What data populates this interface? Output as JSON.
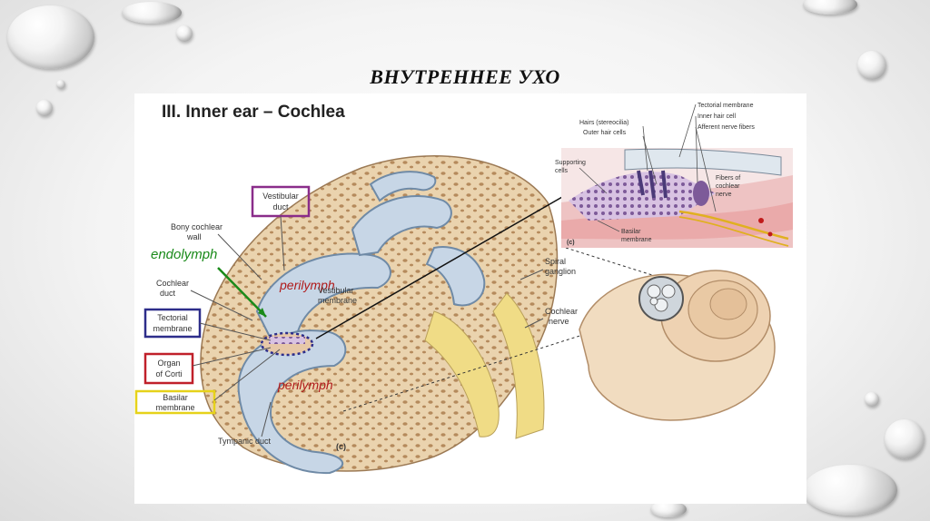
{
  "slide": {
    "title": "ВНУТРЕННЕЕ УХО"
  },
  "figure": {
    "heading": "III. Inner ear – Cochlea",
    "panel_letter": "(c)",
    "labels": {
      "vestibular_duct": [
        "Vestibular",
        "duct"
      ],
      "bony_cochlear_wall": [
        "Bony cochlear",
        "wall"
      ],
      "cochlear_duct": [
        "Cochlear",
        "duct"
      ],
      "tectorial_membrane": [
        "Tectorial",
        "membrane"
      ],
      "organ_of_corti": [
        "Organ",
        "of Corti"
      ],
      "basilar_membrane": [
        "Basilar",
        "membrane"
      ],
      "tympanic_duct": "Tympanic duct",
      "vestibular_membrane": [
        "Vestibular",
        "membrane"
      ],
      "spiral_ganglion": [
        "Spiral",
        "ganglion"
      ],
      "cochlear_nerve": [
        "Cochlear",
        "nerve"
      ]
    },
    "annotations": {
      "endolymph": "endolymph",
      "perilymph_upper": "perilymph",
      "perilymph_lower": "perilymph"
    },
    "inset": {
      "tectorial_membrane": "Tectorial membrane",
      "inner_hair_cell": "Inner hair cell",
      "afferent_nerve_fibers": "Afferent nerve fibers",
      "hairs": "Hairs (stereocilia)",
      "outer_hair_cells": "Outer hair cells",
      "supporting_cells": [
        "Supporting",
        "cells"
      ],
      "fibers_of_cochlear_nerve": [
        "Fibers of",
        "cochlear",
        "nerve"
      ],
      "basilar_membrane": [
        "Basilar",
        "membrane"
      ],
      "panel_letter": "(c)"
    }
  },
  "colors": {
    "vestibular_box": "#8a2d8a",
    "tectorial_box": "#2d2d8a",
    "organ_box": "#c0202a",
    "basilar_box": "#e6d21a",
    "endolymph_text": "#1a8a1a",
    "perilymph_text": "#b01a1a",
    "bone": "#e9cfa8",
    "duct": "#c7d6e6"
  }
}
